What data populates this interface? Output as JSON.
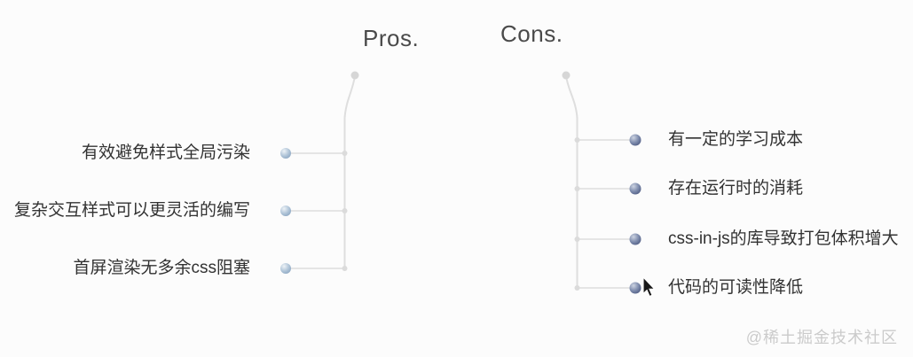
{
  "diagram": {
    "title_left": "Pros.",
    "title_right": "Cons.",
    "topic": "css-in-js pros and cons mind map"
  },
  "pros": {
    "heading": "Pros.",
    "items": [
      {
        "label": "有效避免样式全局污染"
      },
      {
        "label": "复杂交互样式可以更灵活的编写"
      },
      {
        "label": "首屏渲染无多余css阻塞"
      }
    ]
  },
  "cons": {
    "heading": "Cons.",
    "items": [
      {
        "label": "有一定的学习成本"
      },
      {
        "label": "存在运行时的消耗"
      },
      {
        "label": "css-in-js的库导致打包体积增大"
      },
      {
        "label": "代码的可读性降低"
      }
    ]
  },
  "watermark": "@稀土掘金技术社区",
  "colors": {
    "background": "#fcfcfc",
    "heading_text": "#4a4a4a",
    "item_text": "#323232",
    "watermark_text": "#cbcbcb",
    "connector_line": "#e2e2e2",
    "pros_branch_gradient_start": "#d4d9de",
    "pros_branch_gradient_end": "#4d82c8",
    "cons_branch_gradient_start": "#31508e",
    "cons_branch_gradient_end": "#c9cdd6",
    "pros_bullet": "#a9c0d6",
    "cons_bullet": "#68779e"
  }
}
